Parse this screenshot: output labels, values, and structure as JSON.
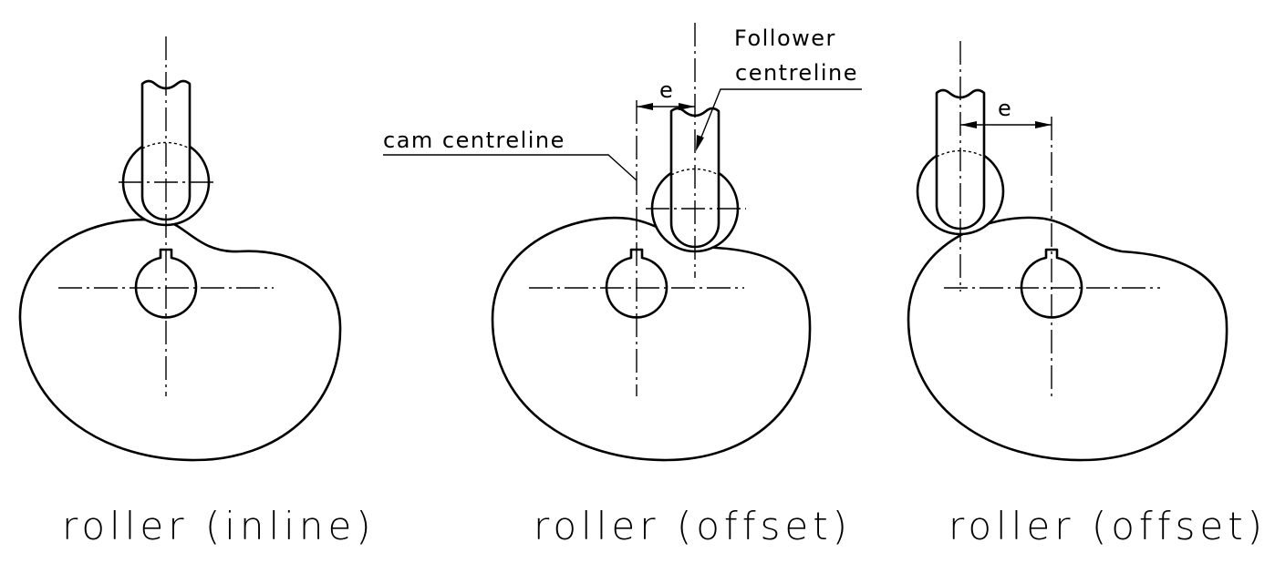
{
  "captions": {
    "inline": "roller (inline)",
    "offset_a": "roller (offset)",
    "offset_b": "roller (offset)"
  },
  "labels": {
    "cam_centreline": "cam centreline",
    "follower_line1": "Follower",
    "follower_line2": "centreline",
    "offset_a": "e",
    "offset_b": "e"
  }
}
